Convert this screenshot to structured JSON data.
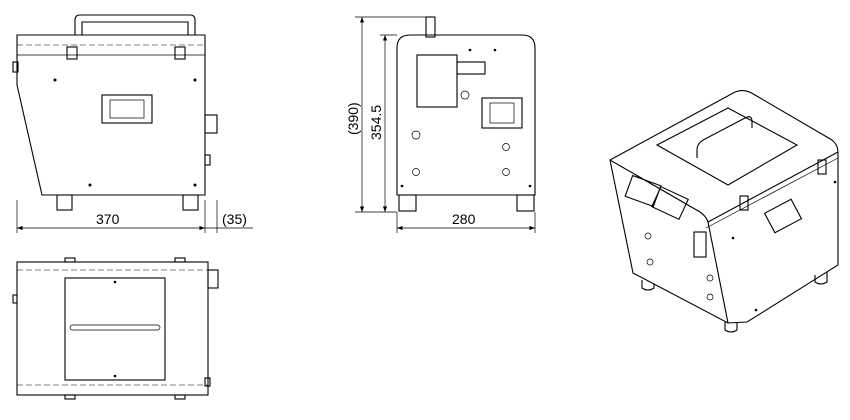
{
  "views": {
    "side_view": {
      "width_label": "370",
      "overhang_label": "(35)"
    },
    "front_view": {
      "total_height_label": "(390)",
      "body_height_label": "354.5",
      "width_label": "280"
    },
    "top_view": {},
    "isometric_view": {}
  }
}
